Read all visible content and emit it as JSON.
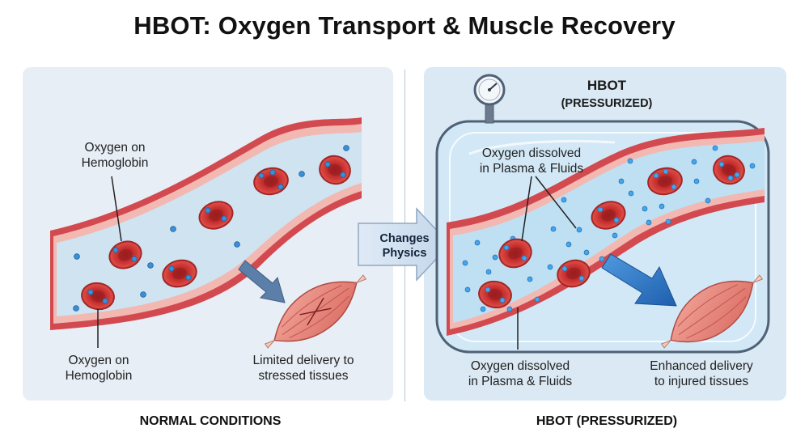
{
  "title": "HBOT: Oxygen Transport & Muscle Recovery",
  "left_panel": {
    "label_top": "Oxygen on\nHemoglobin",
    "label_bottom": "Oxygen on\nHemoglobin",
    "label_delivery": "Limited delivery to\nstressed tissues",
    "caption": "NORMAL CONDITIONS"
  },
  "transition": {
    "label": "Changes\nPhysics"
  },
  "right_panel": {
    "header_line1": "HBOT",
    "header_line2": "(PRESSURIZED)",
    "label_top": "Oxygen dissolved\nin Plasma & Fluids",
    "label_bottom": "Oxygen dissolved\nin Plasma & Fluids",
    "label_delivery": "Enhanced delivery\nto injured tissues",
    "caption": "HBOT (PRESSURIZED)"
  },
  "colors": {
    "vessel_wall": "#d24a4f",
    "vessel_wall_light": "#f2b9b3",
    "plasma_normal": "#cfe3f1",
    "plasma_hbot": "#bfe0f3",
    "red_cell": "#c8302f",
    "oxygen": "#3b8fd6",
    "arrow_normal": "#5b7fa8",
    "arrow_hbot": "#2f79c8",
    "muscle": "#e8857b",
    "chamber": "#4f6176"
  },
  "icons": [
    "pressure-gauge-icon",
    "muscle-icon",
    "red-blood-cell-icon",
    "oxygen-molecule-icon"
  ]
}
